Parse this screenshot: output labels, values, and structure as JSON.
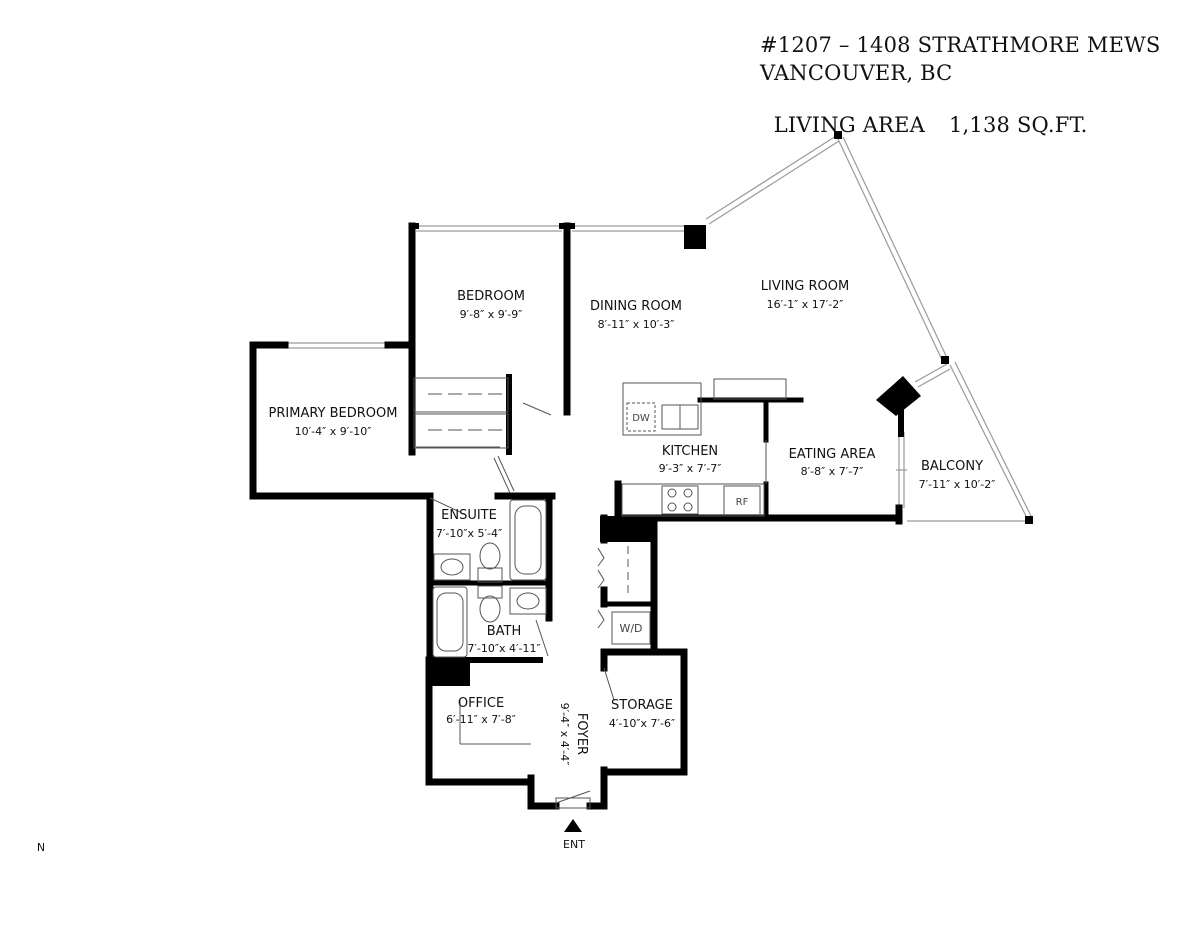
{
  "header": {
    "address_line": "#1207 – 1408 STRATHMORE MEWS",
    "city_line": "VANCOUVER, BC",
    "area_label": "LIVING AREA",
    "area_value": "1,138 SQ.FT."
  },
  "rooms": {
    "bedroom": {
      "name": "BEDROOM",
      "dims": "9′-8″  x  9′-9″"
    },
    "dining_room": {
      "name": "DINING ROOM",
      "dims": "8′-11″  x  10′-3″"
    },
    "living_room": {
      "name": "LIVING ROOM",
      "dims": "16′-1″  x  17′-2″"
    },
    "primary_bedroom": {
      "name": "PRIMARY BEDROOM",
      "dims": "10′-4″  x  9′-10″"
    },
    "kitchen": {
      "name": "KITCHEN",
      "dims": "9′-3″  x  7′-7″"
    },
    "eating_area": {
      "name": "EATING AREA",
      "dims": "8′-8″  x  7′-7″"
    },
    "balcony": {
      "name": "BALCONY",
      "dims": "7′-11″  x  10′-2″"
    },
    "ensuite": {
      "name": "ENSUITE",
      "dims": "7′-10″x 5′-4″"
    },
    "bath": {
      "name": "BATH",
      "dims": "7′-10″x 4′-11″"
    },
    "office": {
      "name": "OFFICE",
      "dims": "6′-11″  x  7′-8″"
    },
    "foyer": {
      "name": "FOYER",
      "dims": "9′-4″  x  4′-4″"
    },
    "storage": {
      "name": "STORAGE",
      "dims": "4′-10″x 7′-6″"
    }
  },
  "fixtures": {
    "dishwasher": "DW",
    "fridge": "RF",
    "washer_dryer": "W/D"
  },
  "entry_label": "ENT",
  "north_label": "N"
}
